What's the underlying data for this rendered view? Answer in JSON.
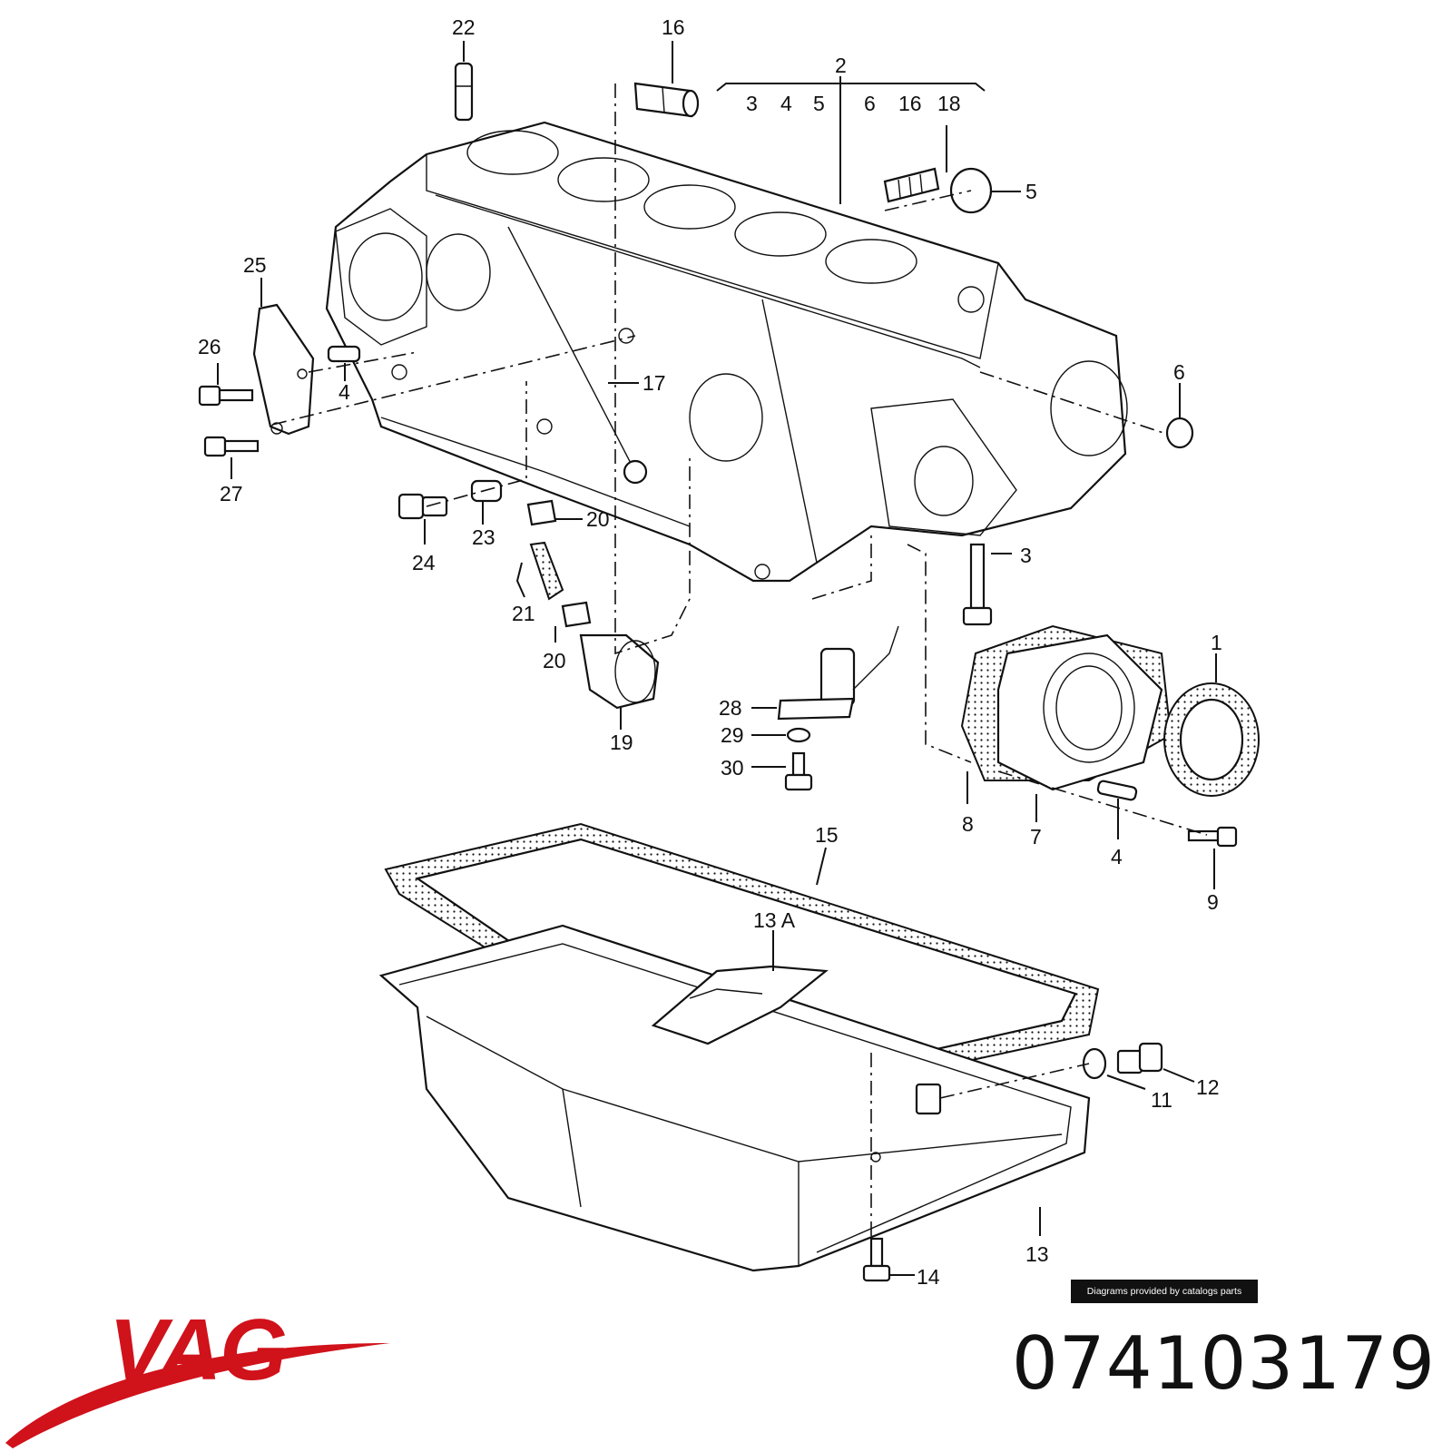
{
  "brand": {
    "name": "VAG",
    "color": "#d0121b"
  },
  "part_number": "074103179",
  "credit": "Diagrams provided by catalogs parts",
  "callouts": {
    "c1": "1",
    "c2": "2",
    "c3a": "3",
    "c3b": "3",
    "c4a": "4",
    "c4b": "4",
    "c4c": "4",
    "c5a": "5",
    "c5b": "5",
    "c6a": "6",
    "c6b": "6",
    "c7": "7",
    "c8": "8",
    "c9": "9",
    "c11": "11",
    "c12": "12",
    "c13": "13",
    "c13a": "13 A",
    "c14": "14",
    "c15": "15",
    "c16a": "16",
    "c16b": "16",
    "c17": "17",
    "c18": "18",
    "c19": "19",
    "c20a": "20",
    "c20b": "20",
    "c21": "21",
    "c22": "22",
    "c23": "23",
    "c24": "24",
    "c25": "25",
    "c26": "26",
    "c27": "27",
    "c28": "28",
    "c29": "29",
    "c30": "30"
  }
}
